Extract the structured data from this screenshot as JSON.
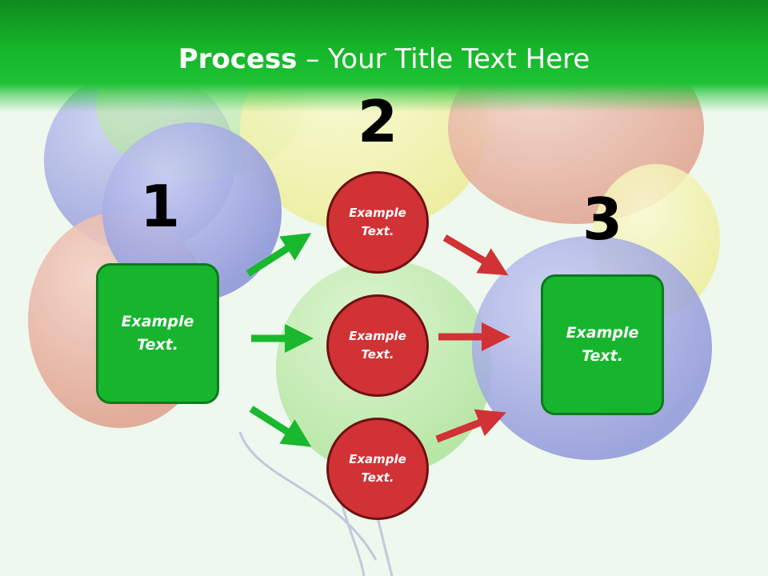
{
  "title": {
    "bold": "Process",
    "rest": " – Your Title Text Here"
  },
  "steps": {
    "one": "1",
    "two": "2",
    "three": "3"
  },
  "left_box": {
    "line1": "Example",
    "line2": "Text."
  },
  "right_box": {
    "line1": "Example",
    "line2": "Text."
  },
  "circles": [
    {
      "line1": "Example",
      "line2": "Text."
    },
    {
      "line1": "Example",
      "line2": "Text."
    },
    {
      "line1": "Example",
      "line2": "Text."
    }
  ],
  "colors": {
    "header_green": "#16b52a",
    "box_green": "#17b52e",
    "circle_red": "#d13236",
    "arrow_green": "#19b82e",
    "arrow_red": "#d13236"
  }
}
